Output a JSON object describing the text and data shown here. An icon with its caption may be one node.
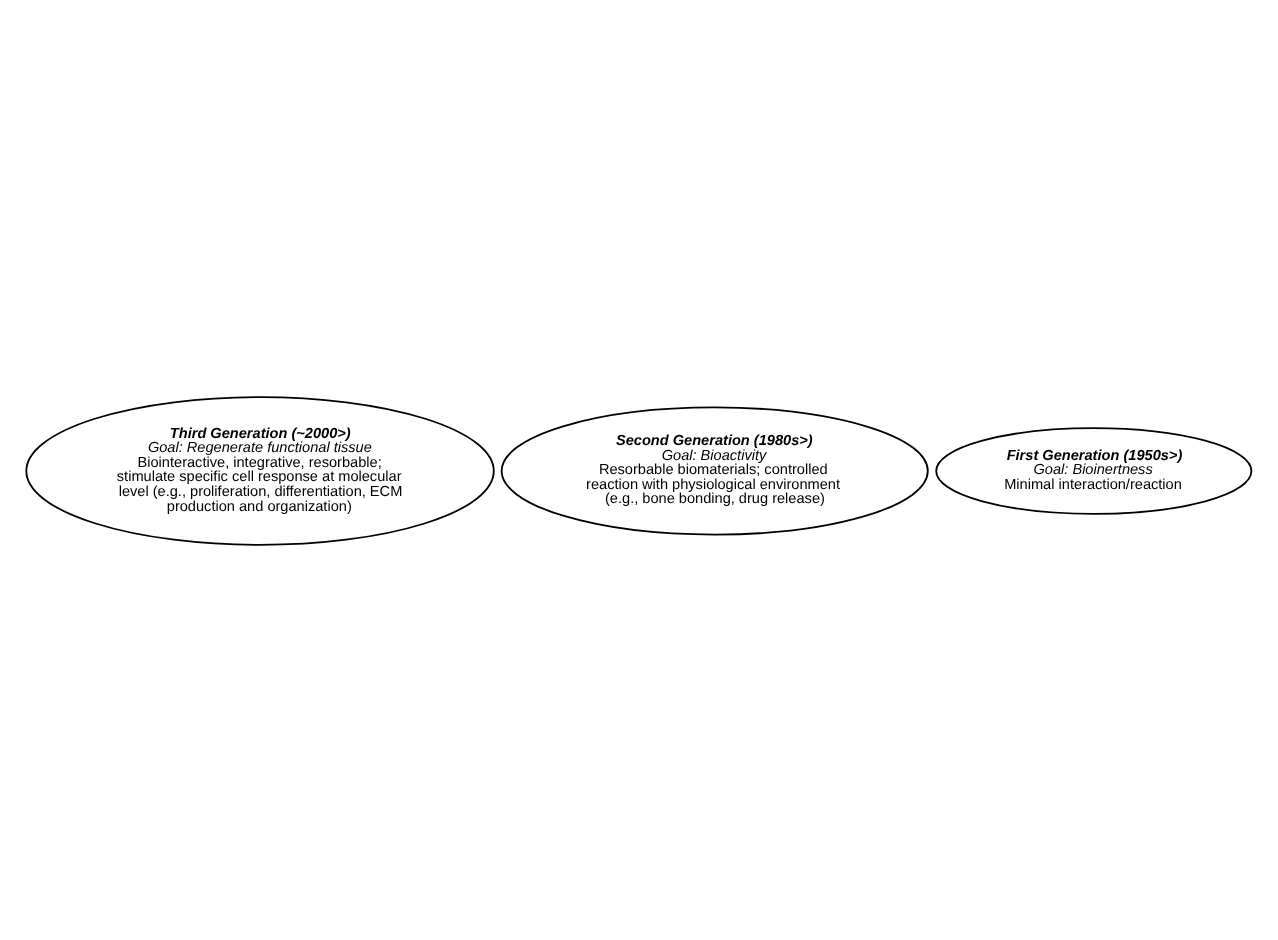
{
  "diagram": {
    "nodes": [
      {
        "text": [
          "Third Generation (~2000>)",
          "Goal: Regenerate functional tissue",
          "Biointeractive, integrative, resorbable; stimulate specific cell response at molecular level (e.g., proliferation, differentiation, ECM production and organization)"
        ]
      },
      {
        "text": [
          "Second Generation (1980s>)",
          "Goal: Bioactivity",
          "Resorbable biomaterials; controlled reaction with physiological environment (e.g., bone bonding, drug release)"
        ]
      },
      {
        "text": [
          "First Generation (1950s>)",
          "Goal: Bioinertness",
          "Minimal interaction/reaction"
        ]
      }
    ],
    "edges": []
  }
}
